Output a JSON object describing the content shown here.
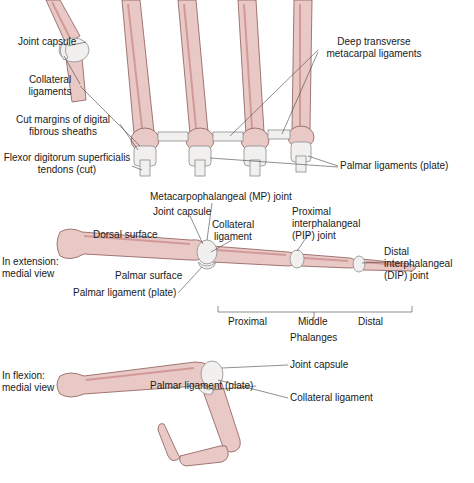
{
  "diagram": {
    "labels": [
      "Joint capsule",
      "Collateral ligaments",
      "Deep transverse metacarpal ligaments",
      "Cut margins of digital fibrous sheaths",
      "Flexor digitorum superficialis tendons (cut)",
      "Palmar ligaments (plate)",
      "Metacarpophalangeal (MP) joint",
      "Joint capsule",
      "Proximal interphalangeal (PIP) joint",
      "Collateral ligament",
      "Dorsal surface",
      "In extension: medial view",
      "Distal interphalangeal (DIP) joint",
      "Palmar surface",
      "Palmar ligament (plate)",
      "Proximal",
      "Middle",
      "Distal",
      "Phalanges",
      "In flexion: medial view",
      "Joint capsule",
      "Palmar ligament (plate)",
      "Collateral ligament"
    ]
  }
}
